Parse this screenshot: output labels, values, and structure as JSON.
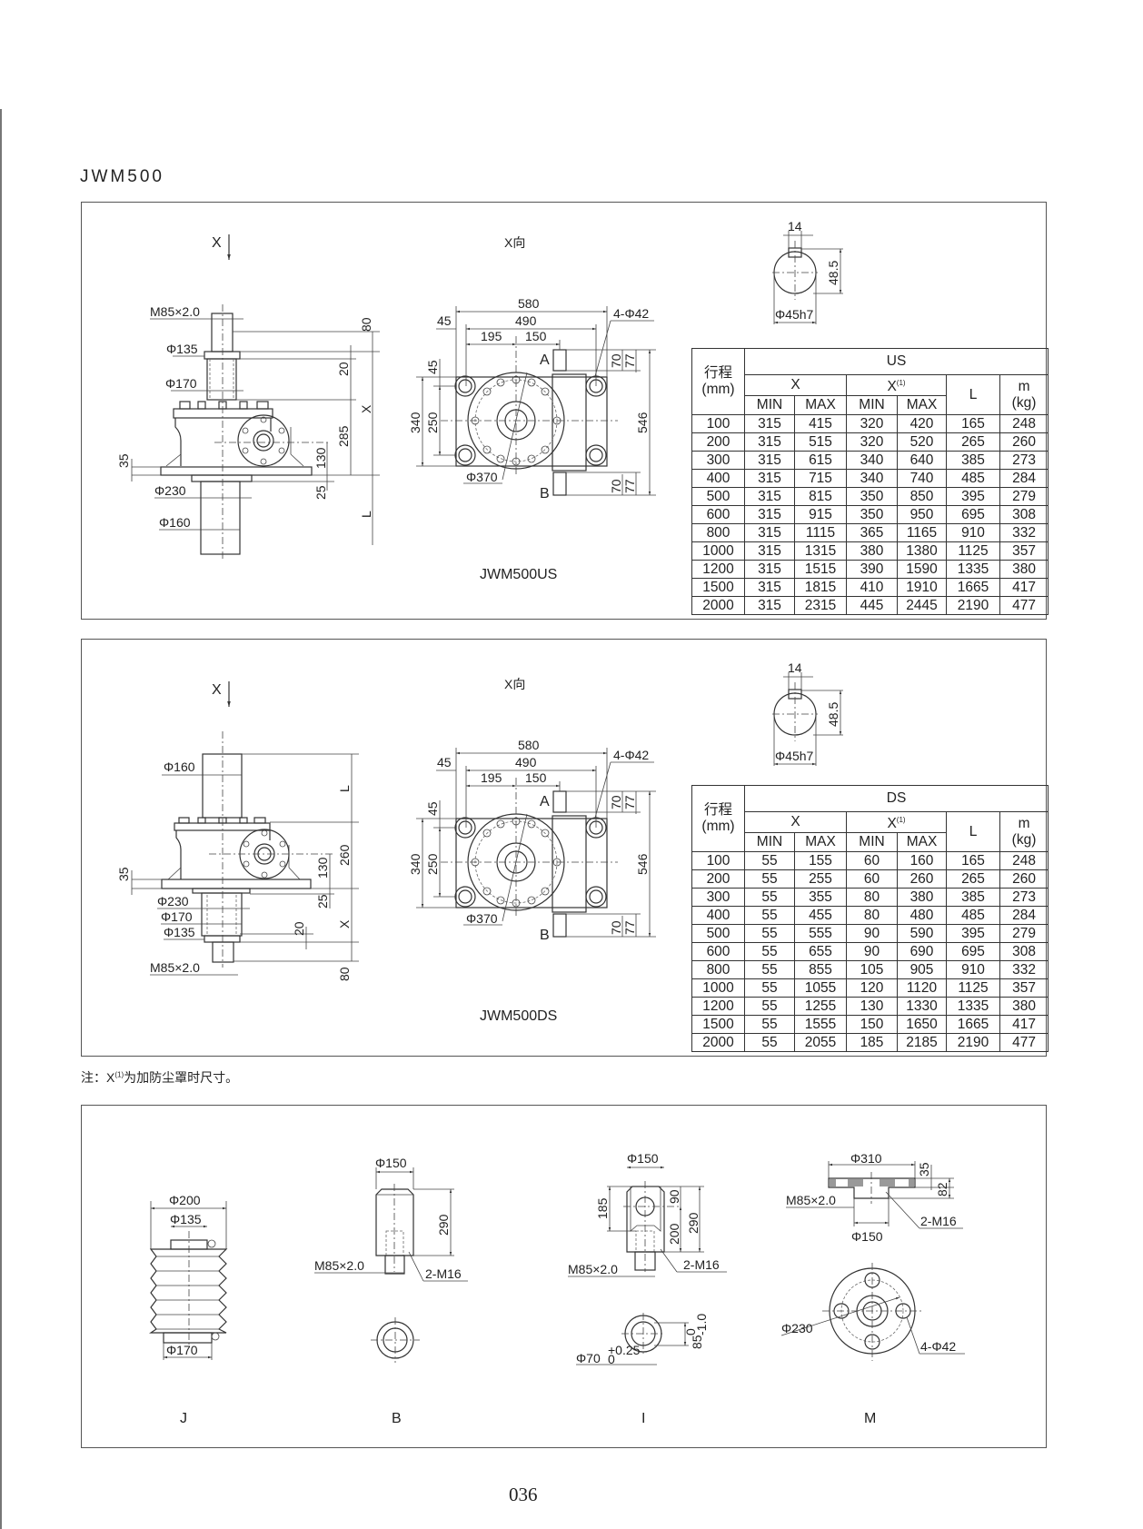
{
  "title": "JWM500",
  "note": {
    "prefix": "注：X",
    "sup": "(1)",
    "suffix": "为加防尘罩时尺寸。"
  },
  "page_number": "036",
  "us": {
    "caption": "JWM500US",
    "view_label": "X向",
    "arrow_label": "X",
    "side": {
      "thread": "M85×2.0",
      "d135": "Φ135",
      "d170": "Φ170",
      "d230": "Φ230",
      "d160": "Φ160",
      "h80": "80",
      "h20": "20",
      "hx": "X",
      "h285": "285",
      "h130": "130",
      "h25": "25",
      "hl": "L",
      "h35": "35"
    },
    "top": {
      "d580": "580",
      "d490": "490",
      "d45h": "45",
      "d195": "195",
      "d150": "150",
      "holes": "4-Φ42",
      "d340": "340",
      "d250": "250",
      "d45v": "45",
      "d546": "546",
      "d70": "70",
      "d77": "77",
      "port_a": "A",
      "port_b": "B",
      "pcd": "Φ370"
    },
    "key": {
      "width": "14",
      "depth": "48.5",
      "shaft": "Φ45h7"
    },
    "table": {
      "stroke_label": "行程",
      "stroke_unit": "(mm)",
      "group": "US",
      "x": "X",
      "x1": "X",
      "x1_sup": "(1)",
      "min": "MIN",
      "max": "MAX",
      "l": "L",
      "m": "m",
      "m_unit": "(kg)",
      "rows": [
        [
          "100",
          "315",
          "415",
          "320",
          "420",
          "165",
          "248"
        ],
        [
          "200",
          "315",
          "515",
          "320",
          "520",
          "265",
          "260"
        ],
        [
          "300",
          "315",
          "615",
          "340",
          "640",
          "385",
          "273"
        ],
        [
          "400",
          "315",
          "715",
          "340",
          "740",
          "485",
          "284"
        ],
        [
          "500",
          "315",
          "815",
          "350",
          "850",
          "395",
          "279"
        ],
        [
          "600",
          "315",
          "915",
          "350",
          "950",
          "695",
          "308"
        ],
        [
          "800",
          "315",
          "1115",
          "365",
          "1165",
          "910",
          "332"
        ],
        [
          "1000",
          "315",
          "1315",
          "380",
          "1380",
          "1125",
          "357"
        ],
        [
          "1200",
          "315",
          "1515",
          "390",
          "1590",
          "1335",
          "380"
        ],
        [
          "1500",
          "315",
          "1815",
          "410",
          "1910",
          "1665",
          "417"
        ],
        [
          "2000",
          "315",
          "2315",
          "445",
          "2445",
          "2190",
          "477"
        ]
      ]
    }
  },
  "ds": {
    "caption": "JWM500DS",
    "view_label": "X向",
    "arrow_label": "X",
    "side": {
      "thread": "M85×2.0",
      "d135": "Φ135",
      "d170": "Φ170",
      "d230": "Φ230",
      "d160": "Φ160",
      "h80": "80",
      "h20": "20",
      "hx": "X",
      "h260": "260",
      "h130": "130",
      "h25": "25",
      "hl": "L",
      "h35": "35"
    },
    "top": {
      "d580": "580",
      "d490": "490",
      "d45h": "45",
      "d195": "195",
      "d150": "150",
      "holes": "4-Φ42",
      "d340": "340",
      "d250": "250",
      "d45v": "45",
      "d546": "546",
      "d70": "70",
      "d77": "77",
      "port_a": "A",
      "port_b": "B",
      "pcd": "Φ370"
    },
    "key": {
      "width": "14",
      "depth": "48.5",
      "shaft": "Φ45h7"
    },
    "table": {
      "stroke_label": "行程",
      "stroke_unit": "(mm)",
      "group": "DS",
      "x": "X",
      "x1": "X",
      "x1_sup": "(1)",
      "min": "MIN",
      "max": "MAX",
      "l": "L",
      "m": "m",
      "m_unit": "(kg)",
      "rows": [
        [
          "100",
          "55",
          "155",
          "60",
          "160",
          "165",
          "248"
        ],
        [
          "200",
          "55",
          "255",
          "60",
          "260",
          "265",
          "260"
        ],
        [
          "300",
          "55",
          "355",
          "80",
          "380",
          "385",
          "273"
        ],
        [
          "400",
          "55",
          "455",
          "80",
          "480",
          "485",
          "284"
        ],
        [
          "500",
          "55",
          "555",
          "90",
          "590",
          "395",
          "279"
        ],
        [
          "600",
          "55",
          "655",
          "90",
          "690",
          "695",
          "308"
        ],
        [
          "800",
          "55",
          "855",
          "105",
          "905",
          "910",
          "332"
        ],
        [
          "1000",
          "55",
          "1055",
          "120",
          "1120",
          "1125",
          "357"
        ],
        [
          "1200",
          "55",
          "1255",
          "130",
          "1330",
          "1335",
          "380"
        ],
        [
          "1500",
          "55",
          "1555",
          "150",
          "1650",
          "1665",
          "417"
        ],
        [
          "2000",
          "55",
          "2055",
          "185",
          "2185",
          "2190",
          "477"
        ]
      ]
    }
  },
  "accessories": {
    "j": {
      "label": "J",
      "d200": "Φ200",
      "d135": "Φ135",
      "d170": "Φ170"
    },
    "b": {
      "label": "B",
      "d150": "Φ150",
      "h290": "290",
      "thread": "M85×2.0",
      "holes": "2-M16"
    },
    "i": {
      "label": "I",
      "d150": "Φ150",
      "h185": "185",
      "h90": "90",
      "h200": "200",
      "h290": "290",
      "thread": "M85×2.0",
      "holes": "2-M16",
      "d70": "Φ70",
      "d70_tol_upper": "+0.25",
      "d70_tol_lower": "0",
      "h85": "85",
      "h85_tol_upper": "0",
      "h85_tol_lower": "-1.0"
    },
    "m": {
      "label": "M",
      "d310": "Φ310",
      "h35": "35",
      "h82": "82",
      "thread": "M85×2.0",
      "d150": "Φ150",
      "holes_tap": "2-M16",
      "d230": "Φ230",
      "holes": "4-Φ42"
    }
  }
}
